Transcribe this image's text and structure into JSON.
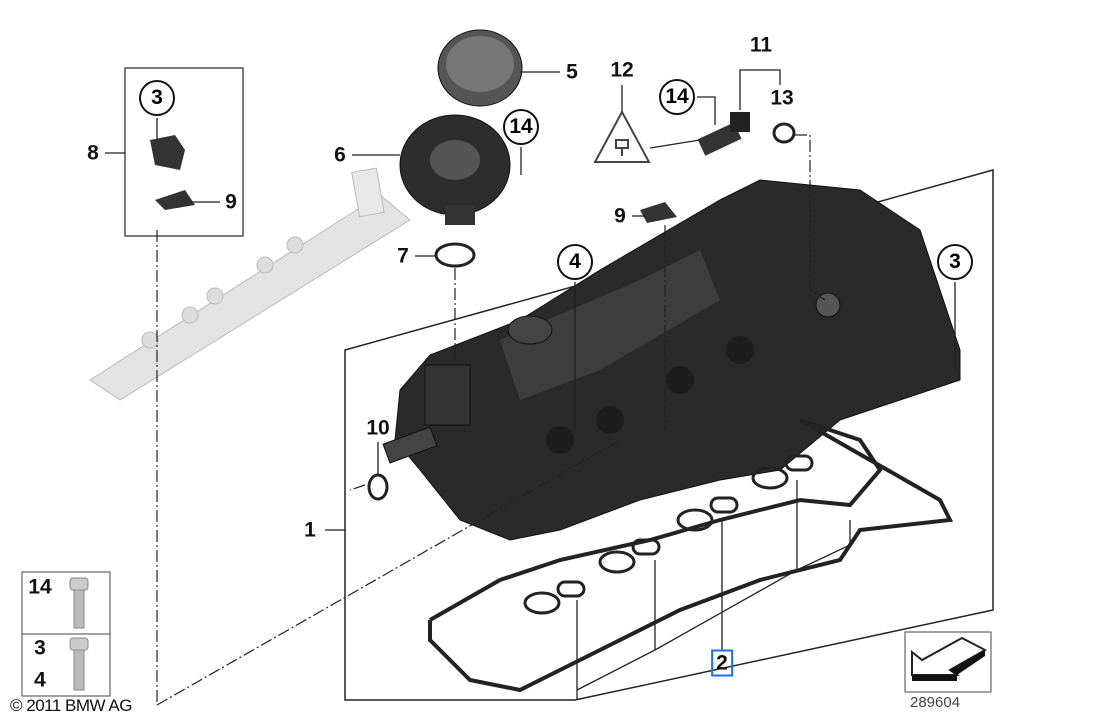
{
  "diagram": {
    "callouts": {
      "p1": "1",
      "p2": "2",
      "p3a": "3",
      "p3b": "3",
      "p4": "4",
      "p5": "5",
      "p6": "6",
      "p7": "7",
      "p8": "8",
      "p9a": "9",
      "p9b": "9",
      "p10": "10",
      "p11": "11",
      "p12": "12",
      "p13": "13",
      "p14a": "14",
      "p14b": "14"
    },
    "selected_callout": "2",
    "legend": {
      "bolt_a": "14",
      "bolt_b_top": "3",
      "bolt_b_bottom": "4"
    },
    "copyright": "© 2011 BMW AG",
    "image_number": "289604",
    "highlight_color": "#1a6cff"
  }
}
